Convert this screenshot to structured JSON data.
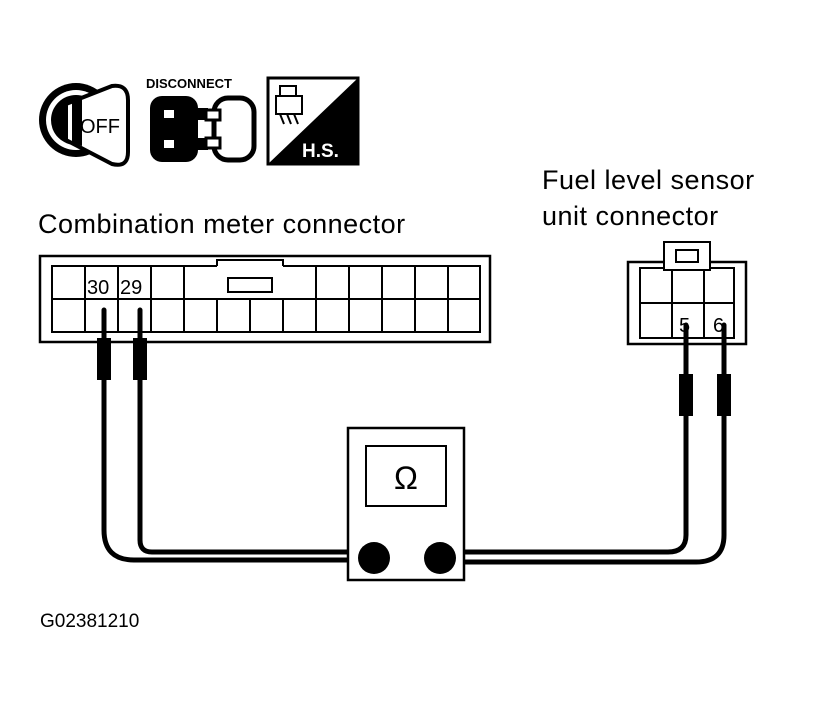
{
  "icons": {
    "ignition": {
      "name": "ignition-key-icon",
      "text": "OFF"
    },
    "disconnect": {
      "name": "connector-disconnect-icon",
      "text": "DISCONNECT"
    },
    "harness": {
      "name": "harness-side-icon",
      "text": "H.S."
    }
  },
  "labels": {
    "combination_meter_connector": "Combination meter connector",
    "fuel_sensor_line1": "Fuel level sensor",
    "fuel_sensor_line2": "unit connector",
    "figure_code": "G02381210"
  },
  "combination_meter": {
    "pins": [
      "30",
      "29"
    ]
  },
  "fuel_sensor": {
    "pins": [
      "5",
      "6"
    ]
  },
  "multimeter": {
    "symbol": "Ω",
    "icon": "ohmmeter-icon"
  },
  "colors": {
    "line": "#000000",
    "background": "#ffffff"
  }
}
